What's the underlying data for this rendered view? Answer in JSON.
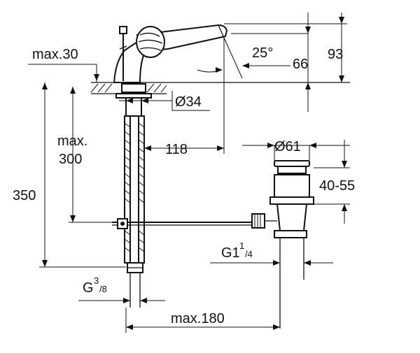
{
  "dimensions": {
    "max30": "max.30",
    "angle": "25°",
    "d66": "66",
    "d93": "93",
    "dia34": "Ø34",
    "max300_line1": "max.",
    "max300_line2": "300",
    "d118": "118",
    "dia61": "Ø61",
    "d350": "350",
    "d40_55": "40-55",
    "g114_base": "G1",
    "g114_sup": "1",
    "g114_sub": "/4",
    "g38_base": "G",
    "g38_sup": "3",
    "g38_sub": "/8",
    "max180": "max.180"
  }
}
